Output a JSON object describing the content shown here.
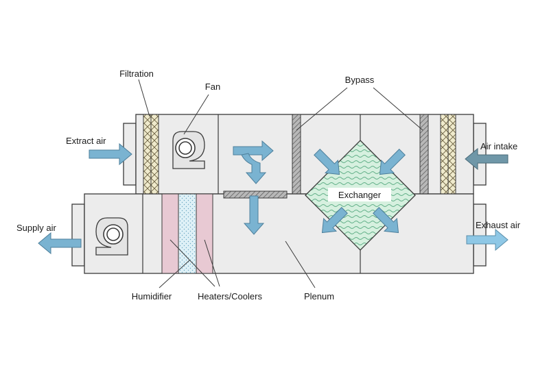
{
  "labels": {
    "filtration": "Filtration",
    "fan": "Fan",
    "bypass": "Bypass",
    "extract_air": "Extract air",
    "air_intake": "Air intake",
    "exchanger": "Exchanger",
    "supply_air": "Supply air",
    "exhaust_air": "Exhaust air",
    "humidifier": "Humidifier",
    "heaters_coolers": "Heaters/Coolers",
    "plenum": "Plenum"
  },
  "colors": {
    "housing": "#ececec",
    "outline": "#3a3a3a",
    "air_arrow": "#7ab3d1",
    "intake_arrow": "#6f97a8",
    "filter": "#efeacc",
    "heater_coil": "#e8c9d3",
    "humidifier": "#dff1f7",
    "exchanger": "#d6f0df",
    "damper": "#9a9a9a"
  }
}
